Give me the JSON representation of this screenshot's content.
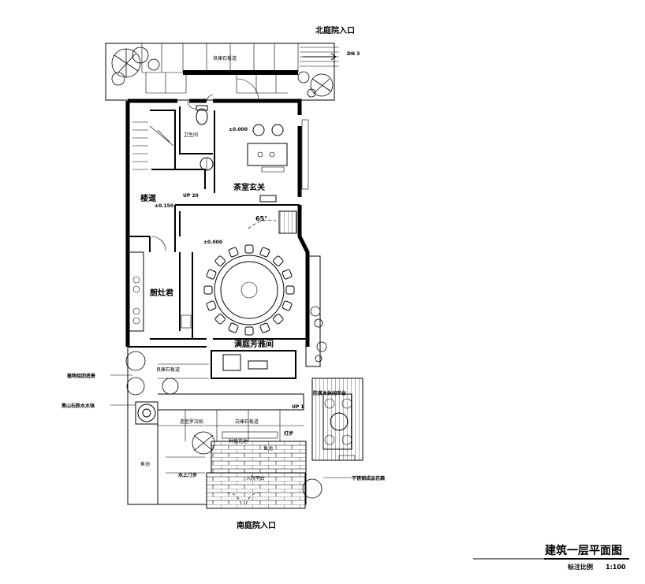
{
  "labels": {
    "north_entrance": "北庭院入口",
    "south_entrance": "南庭院入口",
    "dn3": "DN 3",
    "north_path": "良庫石板道",
    "toilet": "卫生间",
    "stairs": "楼道",
    "up20": "UP 20",
    "level_stair": "±0.150",
    "level_tea": "±0.000",
    "tea_room": "茶室玄关",
    "angle": "65°",
    "level_dining": "±0.000",
    "kitchen": "厨灶君",
    "dining": "满庭芳雅间",
    "plant_feature": "植物组团造景",
    "basalt_fountain": "黑山石跌水水钵",
    "mid_path": "良庫石板道",
    "up1": "UP 1",
    "deck_platform": "防腐木休闲平台",
    "side_path": "白庫石板道",
    "arhat_pine": "造型罗汉松",
    "light_left": "灯步",
    "flower_bed": "种植花池",
    "pond": "鱼池",
    "water_step": "水上汀步",
    "entry_platform": "入院平台",
    "steel_planter": "不锈钢成品花箱",
    "plan_title": "建筑一层平面图",
    "scale_label": "标注比例",
    "scale_value": "1:100"
  }
}
